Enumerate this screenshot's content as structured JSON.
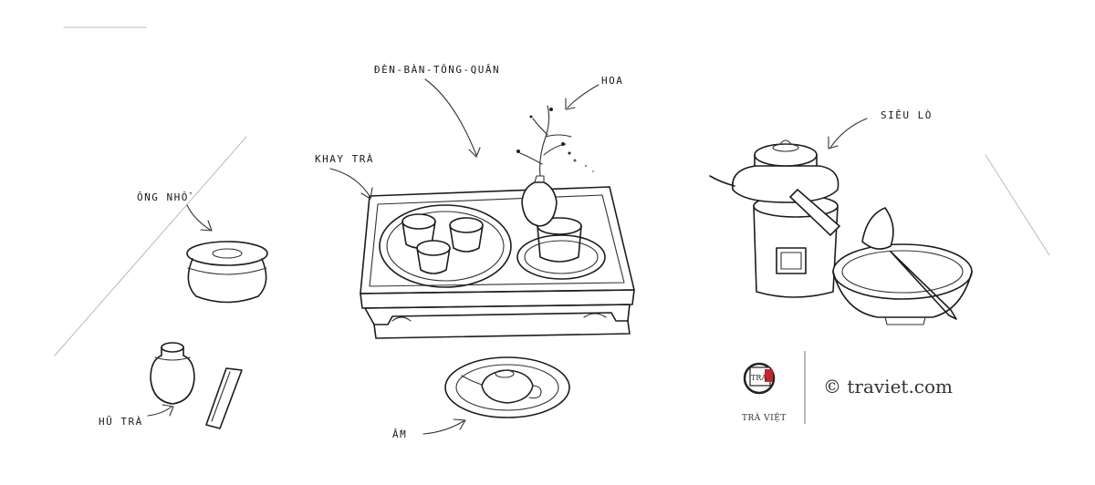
{
  "labels": {
    "den_ban": "ĐÈN-BÀN-TỐNG-QUÂN",
    "hoa": "HOA",
    "khay_tra": "KHAY TRÀ",
    "sieu_lo": "SIÊU LÒ",
    "ong_nho": "ỐNG NHỔ",
    "hu_tra": "HŨ TRÀ",
    "am": "ẤM"
  },
  "brand": {
    "name": "TRÀ VIỆT",
    "seal_text": "TRÀ",
    "copyright": "© traviet.com",
    "accent_color": "#c0272d"
  }
}
